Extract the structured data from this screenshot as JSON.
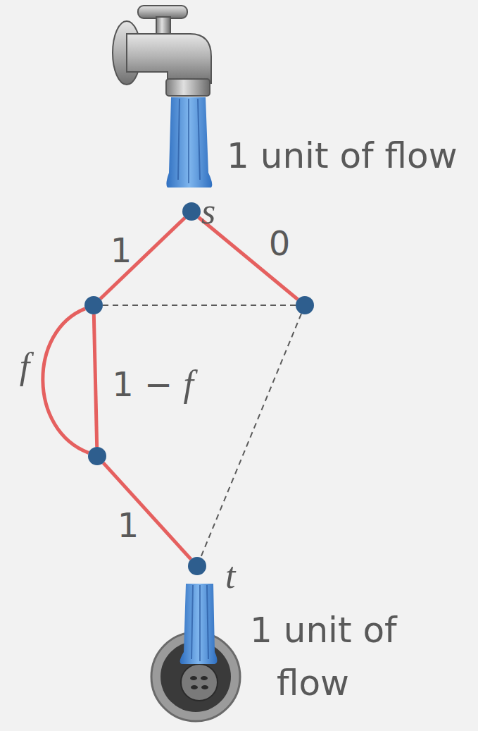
{
  "diagram": {
    "nodes": [
      {
        "text": [
          "s"
        ]
      },
      {
        "text": []
      },
      {
        "text": []
      },
      {
        "text": []
      },
      {
        "text": [
          "t"
        ]
      }
    ],
    "edges": [
      {
        "from": 0,
        "to": 1,
        "label": "1",
        "arrow": "none"
      },
      {
        "from": 0,
        "to": 2,
        "label": "0",
        "arrow": "none"
      },
      {
        "from": 1,
        "to": 2,
        "arrow": "none"
      },
      {
        "from": 1,
        "to": 3,
        "label": "f",
        "arrow": "none"
      },
      {
        "from": 1,
        "to": 3,
        "label": "1 − f",
        "arrow": "none"
      },
      {
        "from": 3,
        "to": 4,
        "label": "1",
        "arrow": "none"
      },
      {
        "from": 2,
        "to": 4,
        "arrow": "none"
      }
    ],
    "labels": [
      "1 unit of flow",
      "1 unit of flow"
    ]
  }
}
